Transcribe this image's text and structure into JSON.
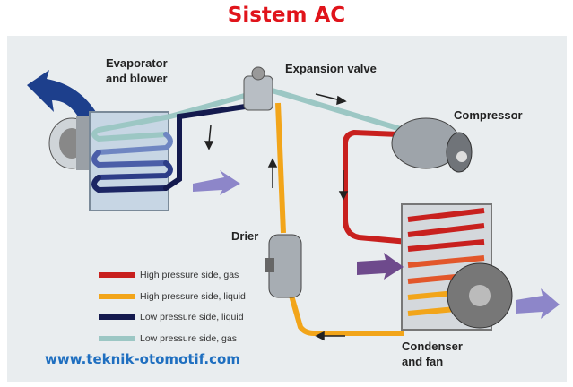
{
  "title": "Sistem AC",
  "labels": {
    "evaporator_line1": "Evaporator",
    "evaporator_line2": "and blower",
    "expansion_valve": "Expansion valve",
    "compressor": "Compressor",
    "drier": "Drier",
    "condenser_line1": "Condenser",
    "condenser_line2": "and fan"
  },
  "legend": [
    {
      "label": "High pressure side, gas",
      "color": "#c8201e"
    },
    {
      "label": "High pressure side, liquid",
      "color": "#f2a51a"
    },
    {
      "label": "Low pressure side, liquid",
      "color": "#141a4e"
    },
    {
      "label": "Low pressure side, gas",
      "color": "#9cc7c4"
    }
  ],
  "website": "www.teknik-otomotif.com"
}
